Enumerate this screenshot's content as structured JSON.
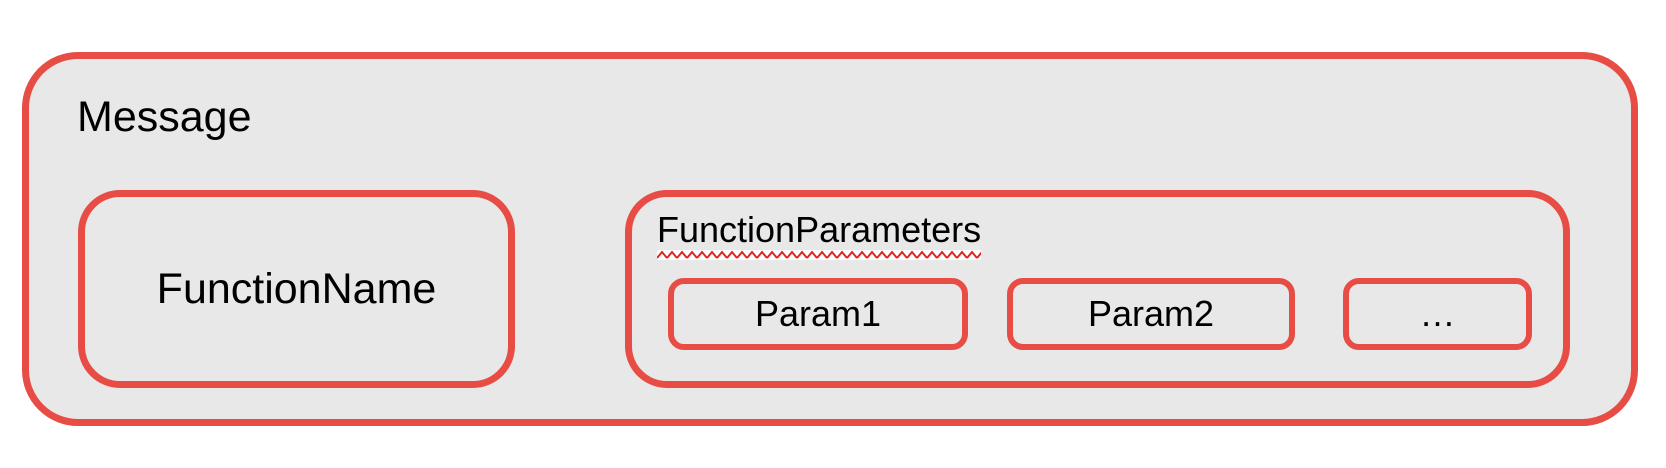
{
  "colors": {
    "box_border_red": "#e74c45",
    "squiggle_red": "#dc2420",
    "box_fill_gray": "#e8e8e8",
    "text": "#000000",
    "page_background": "#ffffff"
  },
  "diagram": {
    "message": {
      "label": "Message",
      "function_name": {
        "label": "FunctionName"
      },
      "function_parameters": {
        "label": "FunctionParameters",
        "params": [
          {
            "label": "Param1"
          },
          {
            "label": "Param2"
          },
          {
            "label": "…"
          }
        ]
      }
    }
  }
}
